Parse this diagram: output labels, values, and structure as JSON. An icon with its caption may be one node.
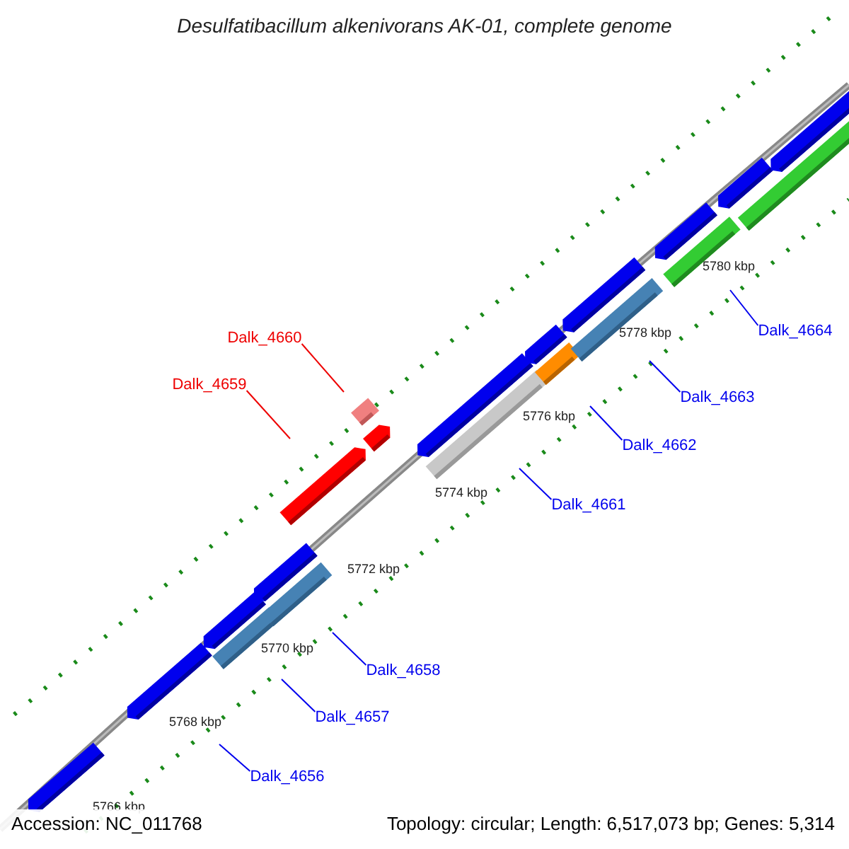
{
  "diagram": {
    "title": "Desulfatibacillum alkenivorans AK-01, complete genome",
    "nodes": [
      {
        "text": [
          "Dalk_4664"
        ]
      },
      {
        "text": [
          "Dalk_4660"
        ]
      },
      {
        "text": [
          "Dalk_4659"
        ]
      },
      {
        "text": [
          "Dalk_4663"
        ]
      },
      {
        "text": [
          "Dalk_4662"
        ]
      },
      {
        "text": [
          "Dalk_4661"
        ]
      },
      {
        "text": [
          "Dalk_4658"
        ]
      },
      {
        "text": [
          "Dalk_4657"
        ]
      },
      {
        "text": [
          "Dalk_4656"
        ]
      }
    ],
    "edges": [
      {
        "from": 0,
        "to": null,
        "arrow": "none"
      },
      {
        "from": 1,
        "to": null,
        "arrow": "none",
        "color": "#ee0000"
      },
      {
        "from": 2,
        "to": null,
        "arrow": "none",
        "color": "#ee0000"
      },
      {
        "from": 3,
        "to": null,
        "arrow": "none"
      },
      {
        "from": 4,
        "to": null,
        "arrow": "none"
      },
      {
        "from": 5,
        "to": null,
        "arrow": "none"
      },
      {
        "from": 6,
        "to": null,
        "arrow": "none"
      },
      {
        "from": 7,
        "to": null,
        "arrow": "none"
      },
      {
        "from": 8,
        "to": null,
        "arrow": "none"
      }
    ],
    "labels": [
      "5780 kbp",
      "5778 kbp",
      "5776 kbp",
      "5774 kbp",
      "5772 kbp",
      "5770 kbp",
      "5768 kbp",
      "5766 kbp",
      "Accession: NC_011768",
      "Topology: circular; Length: 6,517,073 bp; Genes: 5,314"
    ]
  }
}
